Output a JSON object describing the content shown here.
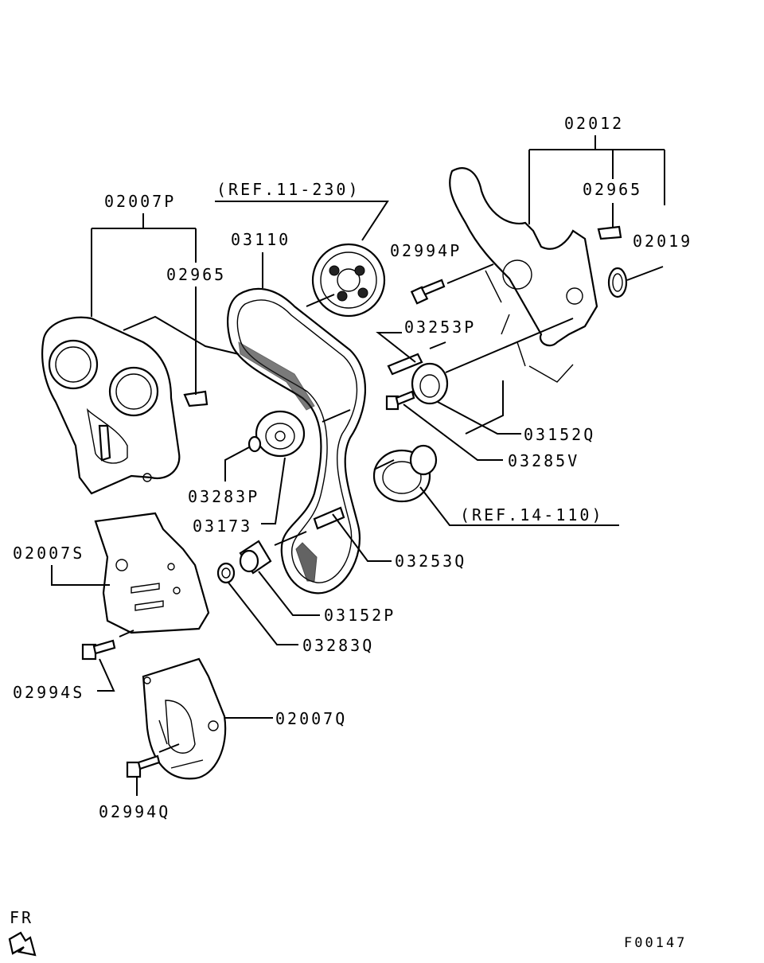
{
  "labels": {
    "p02012": "02012",
    "p02965_right": "02965",
    "p02019": "02019",
    "ref_11_230": "(REF.11-230)",
    "p02007P": "02007P",
    "p03110": "03110",
    "p02965_left": "02965",
    "p02994P": "02994P",
    "p03253P": "03253P",
    "p03152Q": "03152Q",
    "p03285V": "03285V",
    "p03283P": "03283P",
    "p03173": "03173",
    "ref_14_110": "(REF.14-110)",
    "p02007S": "02007S",
    "p03253Q": "03253Q",
    "p03152P": "03152P",
    "p03283Q": "03283Q",
    "p02994S": "02994S",
    "p02007Q": "02007Q",
    "p02994Q": "02994Q",
    "fr": "FR",
    "figure_code": "F00147"
  },
  "icons": {
    "front_direction": "fr-arrow-icon"
  }
}
